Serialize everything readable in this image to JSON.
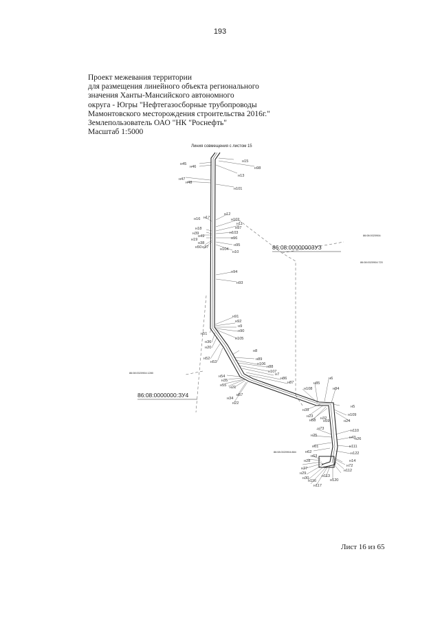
{
  "page_number": "193",
  "header": {
    "lines": [
      "Проект межевания территории",
      "для размещения линейного объекта регионального",
      "значения Ханты-Мансийского автономного",
      "округа - Югры \"Нефтегазосборные трубопроводы",
      "Мамонтовского месторождения строительства 2016г.\"",
      "Землепользователь ОАО \"НК \"Роснефть\"",
      "Масштаб 1:5000"
    ]
  },
  "map": {
    "top_label": "Линия совмещения с листом 15",
    "parcels": [
      "86:08:00000003УЗ",
      "86:08:0000000:ЗУ4"
    ],
    "small_labels": [
      "86:08:0020904:",
      "86:08:0020904:720",
      "86:08:0020904:1280",
      "86:08:0020904:884"
    ],
    "points": [
      "н45",
      "н46",
      "н15",
      "н98",
      "н13",
      "н47",
      "н48",
      "н101",
      "н12",
      "н16",
      "н17",
      "н102",
      "н11",
      "н97",
      "н18",
      "н103",
      "н39",
      "н49",
      "н19",
      "н96",
      "н38",
      "н50",
      "н37",
      "н104",
      "н95",
      "н10",
      "н94",
      "н93",
      "н91",
      "н92",
      "н9",
      "н90",
      "н51",
      "н105",
      "н36",
      "н20",
      "н8",
      "н52",
      "н53",
      "н89",
      "н106",
      "н88",
      "н107",
      "н7",
      "н54",
      "н86",
      "н35",
      "н87",
      "н55",
      "н21",
      "н6",
      "н85",
      "н108",
      "н84",
      "н57",
      "н34",
      "н22",
      "н33",
      "н5",
      "н23",
      "н32",
      "н109",
      "н58",
      "н59",
      "н24",
      "н73",
      "н110",
      "н25",
      "н43",
      "н26",
      "н61",
      "н111",
      "н62",
      "н122",
      "н63",
      "н14",
      "н72",
      "н28",
      "н112",
      "н27",
      "н29",
      "н113",
      "н30",
      "н120",
      "н116",
      "н117"
    ]
  },
  "footer": {
    "sheet_label": "Лист 16 из 65"
  }
}
